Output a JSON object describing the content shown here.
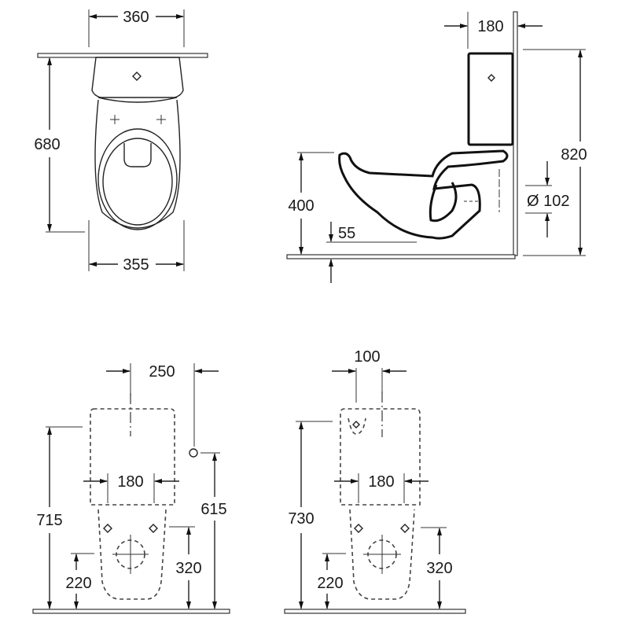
{
  "drawing": {
    "unit": "mm",
    "views": {
      "top_view": {
        "width_top": "360",
        "depth": "680",
        "width_bottom": "355"
      },
      "side_view": {
        "tank_offset": "180",
        "total_height": "820",
        "seat_height": "400",
        "outlet_height": "55",
        "outlet_diameter": "Ø 102"
      },
      "floor_plan_left": {
        "water_inlet_offset": "250",
        "fixing_spacing": "180",
        "inlet_height": "715",
        "supply_height": "615",
        "fixing_height": "320",
        "outlet_center_height": "220"
      },
      "floor_plan_right": {
        "inlet_offset": "100",
        "fixing_spacing": "180",
        "inlet_height": "730",
        "fixing_height": "320",
        "outlet_center_height": "220"
      }
    },
    "colors": {
      "line": "#222222",
      "background": "#ffffff"
    }
  }
}
